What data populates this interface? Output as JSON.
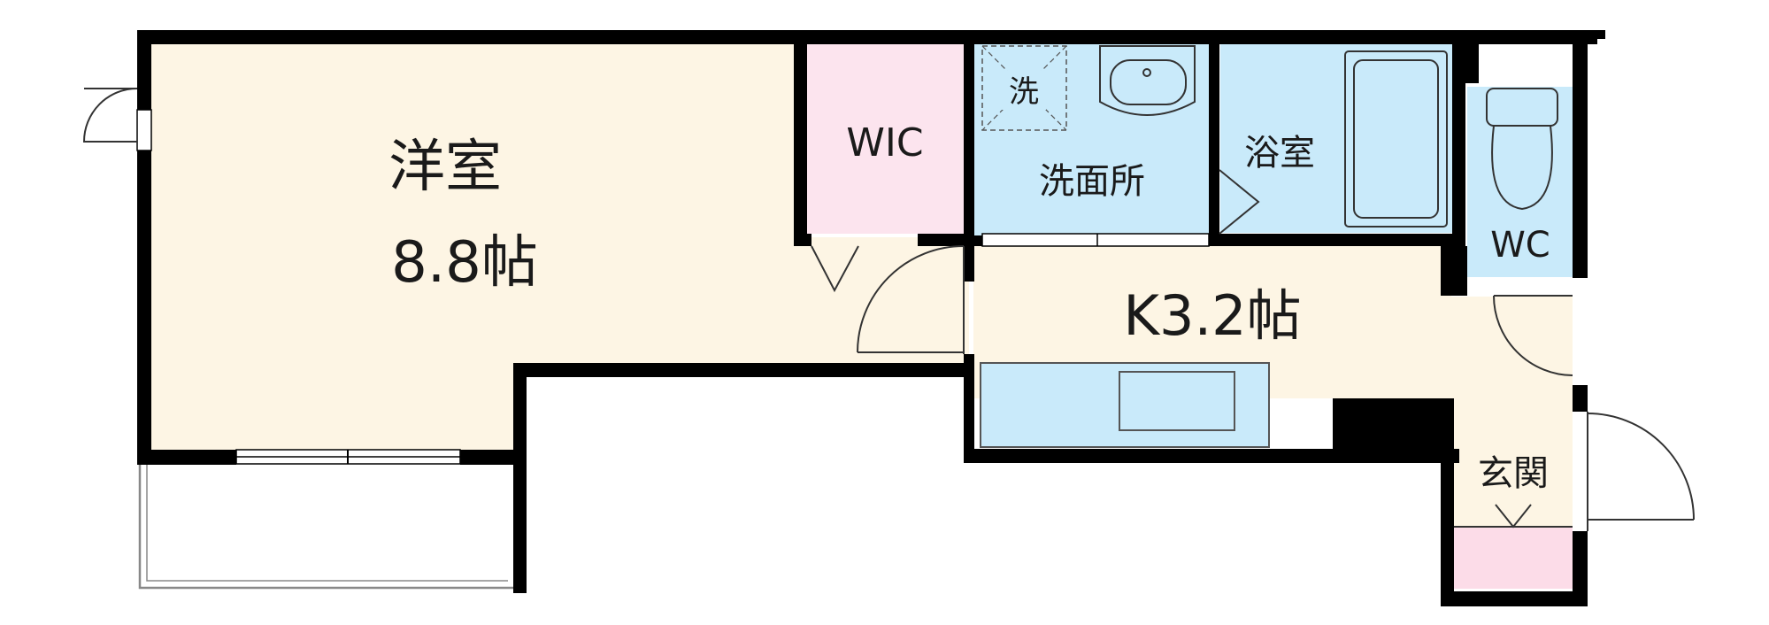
{
  "rooms": {
    "western": {
      "name": "洋室",
      "size": "8.8帖"
    },
    "wic": {
      "name": "WIC"
    },
    "washroom": {
      "name": "洗面所",
      "washer_mark": "洗"
    },
    "bath": {
      "name": "浴室"
    },
    "toilet": {
      "name": "WC"
    },
    "kitchen": {
      "name": "K3.2帖"
    },
    "entrance": {
      "name": "玄関"
    }
  },
  "colors": {
    "wall": "#000000",
    "western_floor": "#fdf5e4",
    "wic_floor": "#fce4ee",
    "wet_area_floor": "#c9eafa",
    "kitchen_floor": "#fdf5e4",
    "entrance_floor": "#fdf5e4",
    "shoe_area": "#fcdce8",
    "fixture_outline": "#333333"
  }
}
